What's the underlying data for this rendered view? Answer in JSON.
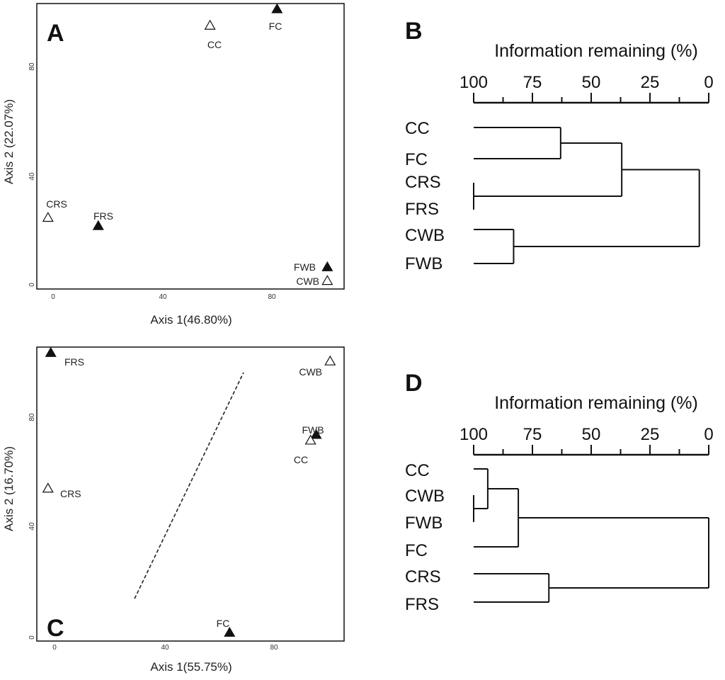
{
  "chart_data": [
    {
      "panel": "A",
      "type": "scatter",
      "xlabel": "Axis 1(46.80%)",
      "ylabel": "Axis 2 (22.07%)",
      "xlim": [
        -4,
        106
      ],
      "ylim": [
        -2,
        102
      ],
      "xticks": [
        "0",
        "40",
        "80"
      ],
      "yticks": [
        "0",
        "40",
        "80"
      ],
      "points": [
        {
          "label": "CC",
          "x": 58,
          "y": 94,
          "marker": "open"
        },
        {
          "label": "FC",
          "x": 82,
          "y": 100,
          "marker": "filled"
        },
        {
          "label": "CRS",
          "x": 0,
          "y": 24,
          "marker": "open"
        },
        {
          "label": "FRS",
          "x": 18,
          "y": 21,
          "marker": "filled"
        },
        {
          "label": "FWB",
          "x": 100,
          "y": 6,
          "marker": "filled"
        },
        {
          "label": "CWB",
          "x": 100,
          "y": 1,
          "marker": "open"
        }
      ]
    },
    {
      "panel": "B",
      "type": "dendrogram",
      "title": "Information remaining (%)",
      "ticks": [
        "100",
        "75",
        "50",
        "25",
        "0"
      ],
      "leaves": [
        "CC",
        "FC",
        "CRS",
        "FRS",
        "CWB",
        "FWB"
      ],
      "merges": [
        {
          "a": "CRS",
          "b": "FRS",
          "height": 100
        },
        {
          "a": "CC",
          "b": "FC",
          "height": 63
        },
        {
          "a": "CWB",
          "b": "FWB",
          "height": 83
        },
        {
          "a": "CC+FC",
          "b": "CRS+FRS",
          "height": 37
        },
        {
          "a": "CC+FC+CRS+FRS",
          "b": "CWB+FWB",
          "height": 4
        }
      ]
    },
    {
      "panel": "C",
      "type": "scatter",
      "xlabel": "Axis 1(55.75%)",
      "ylabel": "Axis 2 (16.70%)",
      "xlim": [
        -4,
        106
      ],
      "ylim": [
        -2,
        102
      ],
      "xticks": [
        "0",
        "40",
        "80"
      ],
      "yticks": [
        "0",
        "40",
        "80"
      ],
      "points": [
        {
          "label": "FRS",
          "x": 1,
          "y": 100,
          "marker": "filled"
        },
        {
          "label": "CRS",
          "x": 0,
          "y": 52,
          "marker": "open"
        },
        {
          "label": "CWB",
          "x": 101,
          "y": 97,
          "marker": "open"
        },
        {
          "label": "FWB",
          "x": 96,
          "y": 71,
          "marker": "filled"
        },
        {
          "label": "CC",
          "x": 94,
          "y": 69,
          "marker": "open"
        },
        {
          "label": "FC",
          "x": 65,
          "y": 1,
          "marker": "filled"
        }
      ],
      "dashed_line": [
        [
          31,
          13
        ],
        [
          70,
          93
        ]
      ]
    },
    {
      "panel": "D",
      "type": "dendrogram",
      "title": "Information remaining (%)",
      "ticks": [
        "100",
        "75",
        "50",
        "25",
        "0"
      ],
      "leaves": [
        "CC",
        "CWB",
        "FWB",
        "FC",
        "CRS",
        "FRS"
      ],
      "merges": [
        {
          "a": "CWB",
          "b": "FWB",
          "height": 100
        },
        {
          "a": "CC",
          "b": "CWB+FWB",
          "height": 94
        },
        {
          "a": "CC+CWB+FWB",
          "b": "FC",
          "height": 81
        },
        {
          "a": "CRS",
          "b": "FRS",
          "height": 68
        },
        {
          "a": "CC+CWB+FWB+FC",
          "b": "CRS+FRS",
          "height": 0
        }
      ]
    }
  ],
  "colors": {
    "ink": "#111111",
    "background": "#ffffff"
  }
}
